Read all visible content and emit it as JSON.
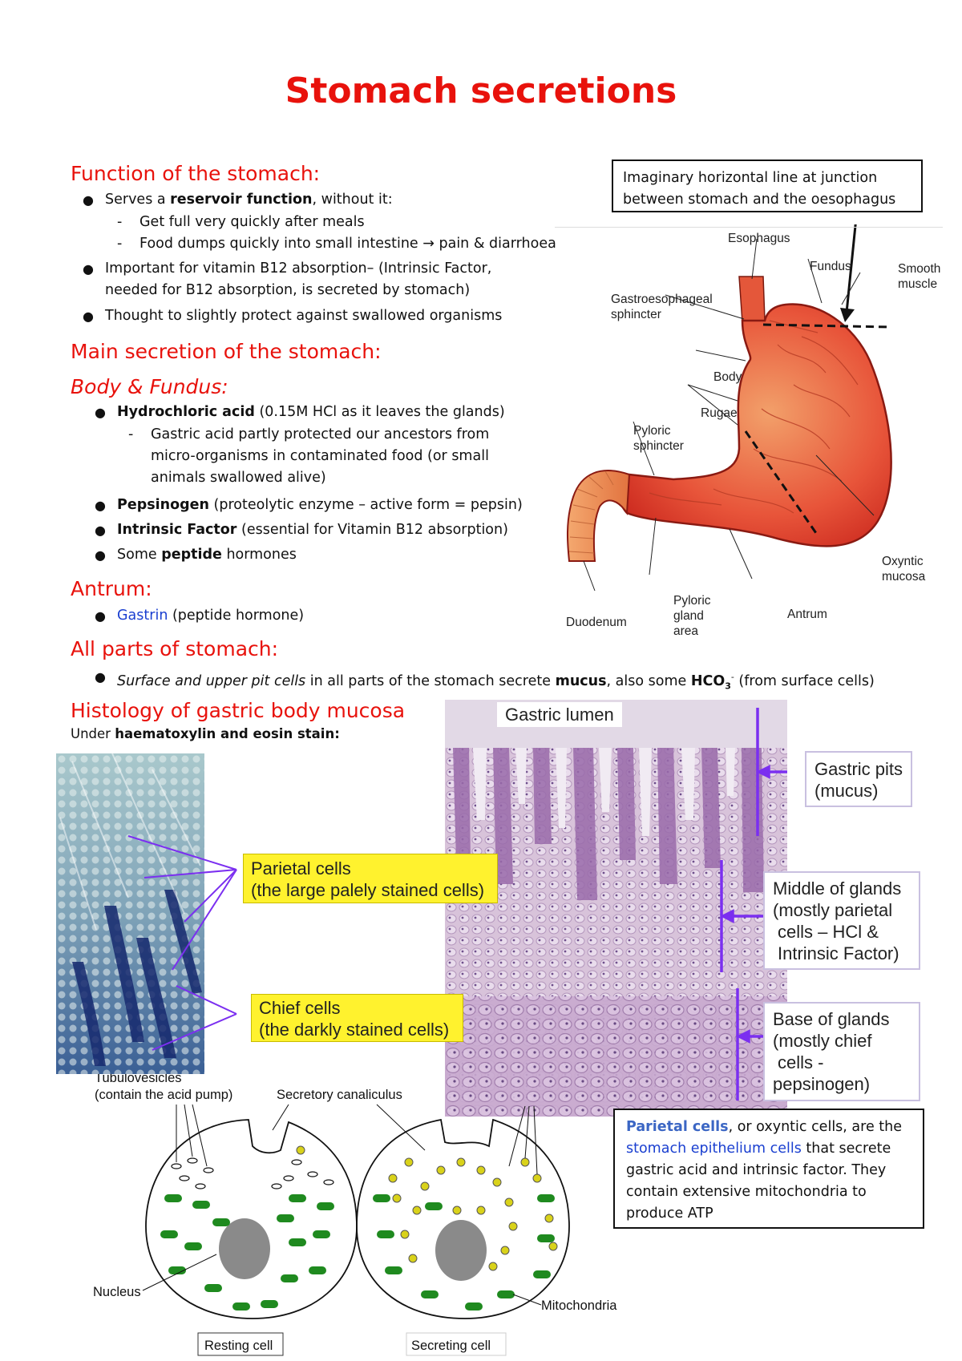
{
  "title": "Stomach secretions",
  "function": {
    "heading": "Function of the stomach:",
    "b1_pre": "Serves a ",
    "b1_bold": "reservoir function",
    "b1_post": ", without it:",
    "sub1": "Get full very quickly after meals",
    "sub2": "Food dumps quickly into small intestine → pain & diarrhoea",
    "b2_line1": "Important for vitamin B12 absorption– (Intrinsic Factor,",
    "b2_line2": "needed for B12 absorption, is secreted by stomach)",
    "b3": "Thought to slightly protect against swallowed organisms"
  },
  "main_secretion": {
    "heading": "Main secretion of the stomach:",
    "body_fundus": "Body & Fundus:",
    "hcl_bold": "Hydrochloric acid",
    "hcl_rest": " (0.15M HCl as it leaves the glands)",
    "hcl_sub1": "Gastric acid partly protected our ancestors from",
    "hcl_sub2": "micro-organisms in contaminated food (or small",
    "hcl_sub3": "animals swallowed alive)",
    "pep_bold": "Pepsinogen",
    "pep_rest": " (proteolytic enzyme – active form = pepsin)",
    "if_bold": "Intrinsic Factor",
    "if_rest": " (essential for Vitamin B12 absorption)",
    "ph_pre": "Some ",
    "ph_bold": "peptide",
    "ph_post": " hormones",
    "antrum": "Antrum:",
    "gastrin": "Gastrin",
    "gastrin_rest": " (peptide hormone)",
    "all_parts": "All parts of stomach:",
    "all_italic": "Surface and upper pit cells",
    "all_mid": " in all parts of the stomach secrete ",
    "all_mucus": "mucus",
    "all_mid2": ", also some ",
    "all_hco": "HCO",
    "all_sub": "3",
    "all_sup": "-",
    "all_end": " (from surface cells)"
  },
  "histology": {
    "heading": "Histology of gastric body mucosa",
    "stain_pre": "Under ",
    "stain_bold": "haematoxylin and eosin stain:",
    "parietal_l1": "Parietal cells",
    "parietal_l2": "(the large palely stained cells)",
    "chief_l1": "Chief cells",
    "chief_l2": "(the darkly stained cells)",
    "lumen": "Gastric lumen",
    "pits_l1": "Gastric pits",
    "pits_l2": "(mucus)",
    "middle_l1": "Middle of glands",
    "middle_l2": "(mostly parietal",
    "middle_l3": "cells – HCl &",
    "middle_l4": "Intrinsic Factor)",
    "base_l1": "Base of glands",
    "base_l2": "(mostly chief",
    "base_l3": "cells -",
    "base_l4": "pepsinogen)"
  },
  "stomach_diagram": {
    "note_l1": "Imaginary horizontal line at junction",
    "note_l2": "between stomach and the oesophagus",
    "esophagus": "Esophagus",
    "fundus": "Fundus",
    "smooth1": "Smooth",
    "smooth2": "muscle",
    "gastro1": "Gastroesophageal",
    "gastro2": "sphincter",
    "body": "Body",
    "rugae": "Rugae",
    "pyloric1": "Pyloric",
    "pyloric2": "sphincter",
    "oxyntic1": "Oxyntic",
    "oxyntic2": "mucosa",
    "duodenum": "Duodenum",
    "pg1": "Pyloric",
    "pg2": "gland",
    "pg3": "area",
    "antrum": "Antrum"
  },
  "cell_diagram": {
    "tubulo1": "Tubulovesicles",
    "tubulo2": "(contain the acid pump)",
    "canaliculus": "Secretory canaliculus",
    "nucleus": "Nucleus",
    "mito": "Mitochondria",
    "resting": "Resting cell",
    "secreting": "Secreting cell"
  },
  "parietal_note": {
    "p1": "Parietal cells",
    "p2": ", or oxyntic cells, are the",
    "p3": "stomach epithelium cells",
    "p4": " that secrete",
    "l3": "gastric acid and intrinsic factor. They",
    "l4": "contain extensive mitochondria to",
    "l5": "produce ATP"
  },
  "colors": {
    "heading_red": "#e8120c",
    "link_blue": "#1a3fd0",
    "arrow_purple": "#7b2ff0",
    "callout_yellow": "#fff22e"
  }
}
